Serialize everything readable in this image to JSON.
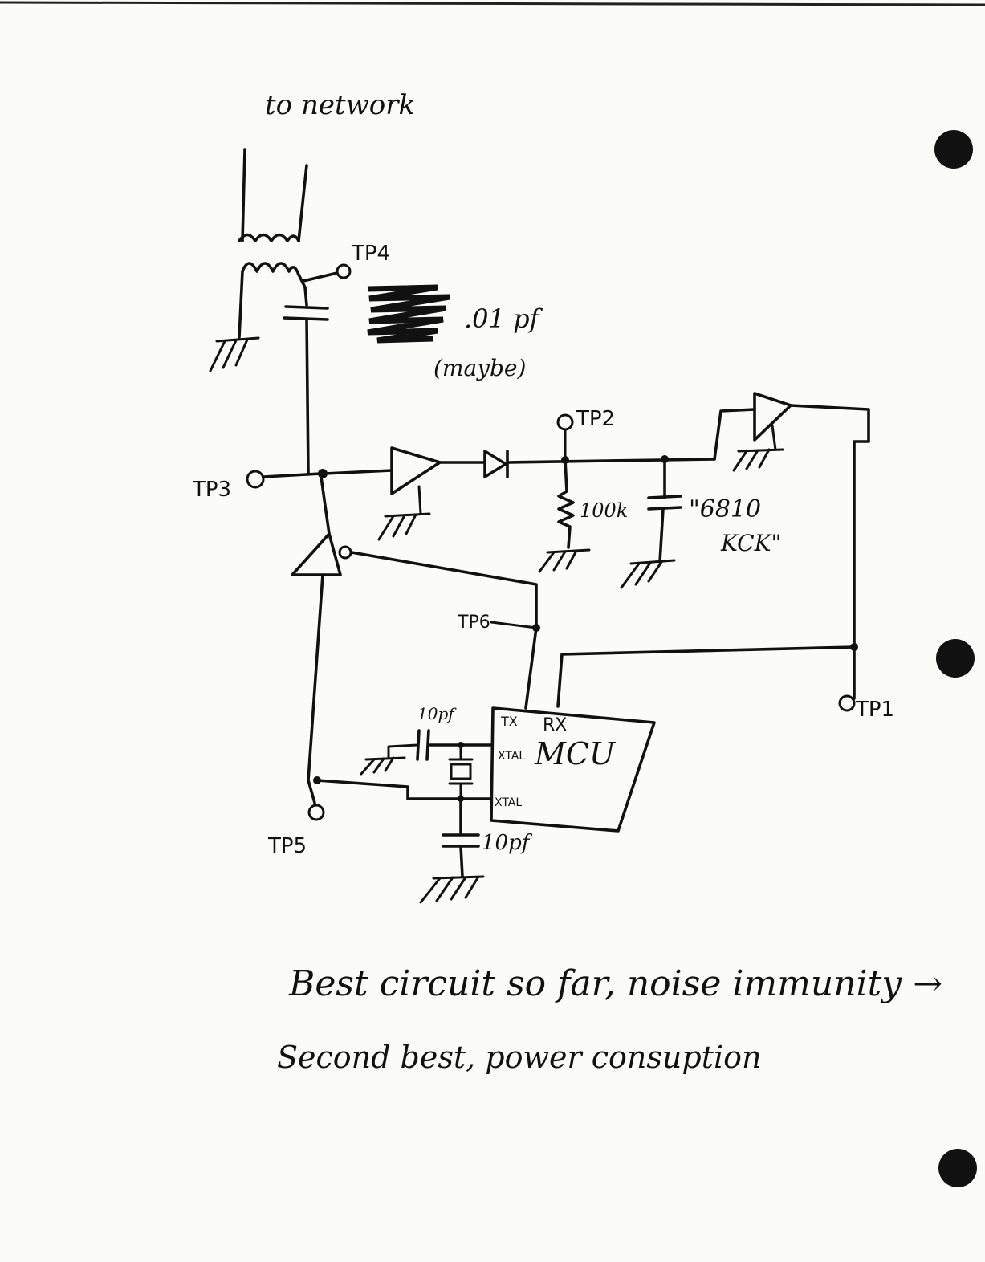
{
  "labels": {
    "network": "to network",
    "tp4": "TP4",
    "cap_value": ".01 pf",
    "cap_note": "(maybe)",
    "tp2": "TP2",
    "tp3": "TP3",
    "resistor": "100k",
    "part_number": "\"6810",
    "part_suffix": "KCK\"",
    "tp6": "TP6",
    "tp1": "TP1",
    "tx": "TX",
    "rx": "RX",
    "xtal1": "XTAL",
    "mcu": "MCU",
    "xtal2": "XTAL",
    "cap_top": "10pf",
    "cap_bottom": "10pf",
    "tp5": "TP5"
  },
  "notes": {
    "line1": "Best circuit so far, noise immunity →",
    "line2": "Second best, power consuption"
  },
  "colors": {
    "ink": "#111111",
    "paper": "#fbfbf9"
  }
}
